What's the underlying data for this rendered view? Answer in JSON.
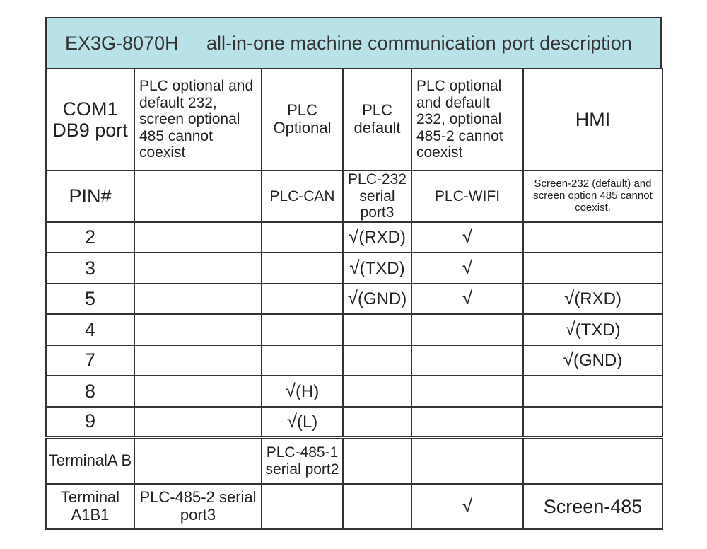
{
  "title": {
    "model": "EX3G-8070H",
    "text": "all-in-one machine communication port description"
  },
  "header_row": [
    "COM1\nDB9 port",
    "PLC optional and default 232, screen optional 485 cannot coexist",
    "PLC\nOptional",
    "PLC\ndefault",
    "PLC optional and default 232, optional 485-2 cannot coexist",
    "HMI"
  ],
  "pin_row": [
    "PIN#",
    "",
    "PLC-CAN",
    "PLC-232 serial port3",
    "PLC-WIFI",
    "Screen-232 (default) and screen option 485 cannot coexist."
  ],
  "check_mark": "√",
  "pin_rows": [
    {
      "pin": "2",
      "can": "",
      "p232": "(RXD)",
      "p232_check": true,
      "wifi_check": true,
      "hmi": "",
      "hmi_check": false,
      "can_check": false
    },
    {
      "pin": "3",
      "can": "",
      "p232": "(TXD)",
      "p232_check": true,
      "wifi_check": true,
      "hmi": "",
      "hmi_check": false,
      "can_check": false
    },
    {
      "pin": "5",
      "can": "",
      "p232": "(GND)",
      "p232_check": true,
      "wifi_check": true,
      "hmi": "(RXD)",
      "hmi_check": true,
      "can_check": false
    },
    {
      "pin": "4",
      "can": "",
      "p232": "",
      "p232_check": false,
      "wifi_check": false,
      "hmi": "(TXD)",
      "hmi_check": true,
      "can_check": false
    },
    {
      "pin": "7",
      "can": "",
      "p232": "",
      "p232_check": false,
      "wifi_check": false,
      "hmi": "(GND)",
      "hmi_check": true,
      "can_check": false
    },
    {
      "pin": "8",
      "can": "(H)",
      "p232": "",
      "p232_check": false,
      "wifi_check": false,
      "hmi": "",
      "hmi_check": false,
      "can_check": true
    },
    {
      "pin": "9",
      "can": "(L)",
      "p232": "",
      "p232_check": false,
      "wifi_check": false,
      "hmi": "",
      "hmi_check": false,
      "can_check": true
    }
  ],
  "terminal_ab": {
    "label": "TerminalA B",
    "can": "PLC-485-1 serial port2"
  },
  "terminal_a1b1": {
    "label": "Terminal A1B1",
    "plc_opt": "PLC-485-2 serial port3",
    "wifi_check": true,
    "hmi": "Screen-485"
  },
  "colors": {
    "title_bg": "#b8e1e8",
    "border": "#333333",
    "text": "#222222"
  }
}
